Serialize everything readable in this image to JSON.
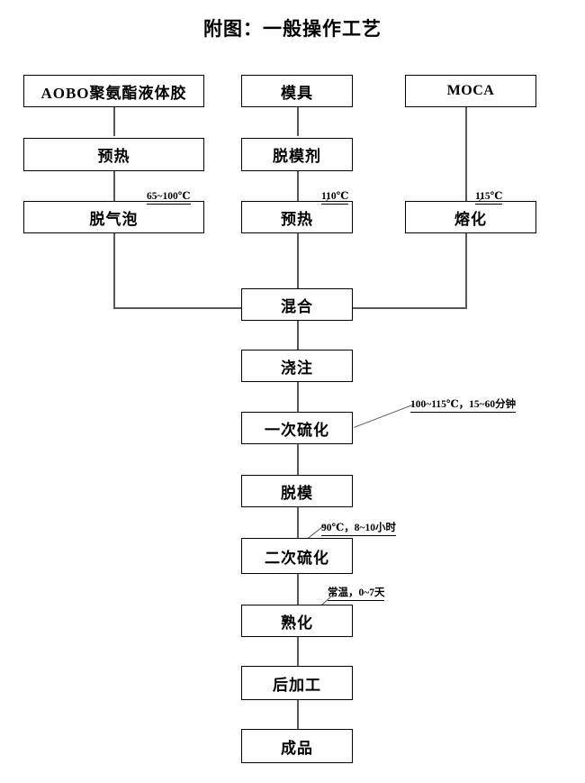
{
  "title": "附图：一般操作工艺",
  "nodes": {
    "glue": "AOBO聚氨酯液体胶",
    "preheat_glue": "预热",
    "degas": "脱气泡",
    "mold": "模具",
    "release_agent": "脱模剂",
    "preheat_mold": "预热",
    "moca": "MOCA",
    "melt": "熔化",
    "mix": "混合",
    "pour": "浇注",
    "cure1": "一次硫化",
    "demold": "脱模",
    "cure2": "二次硫化",
    "maturation": "熟化",
    "postprocess": "后加工",
    "product": "成品"
  },
  "annotations": {
    "degas_temp": "65~100℃",
    "preheat_mold_temp": "110℃",
    "melt_temp": "115℃",
    "cure1_cond": "100~115℃，15~60分钟",
    "cure2_cond": "90℃，8~10小时",
    "maturation_cond": "常温，0~7天"
  },
  "colors": {
    "line": "#55585a",
    "box_border": "#000000",
    "text": "#000000",
    "background": "#ffffff"
  }
}
